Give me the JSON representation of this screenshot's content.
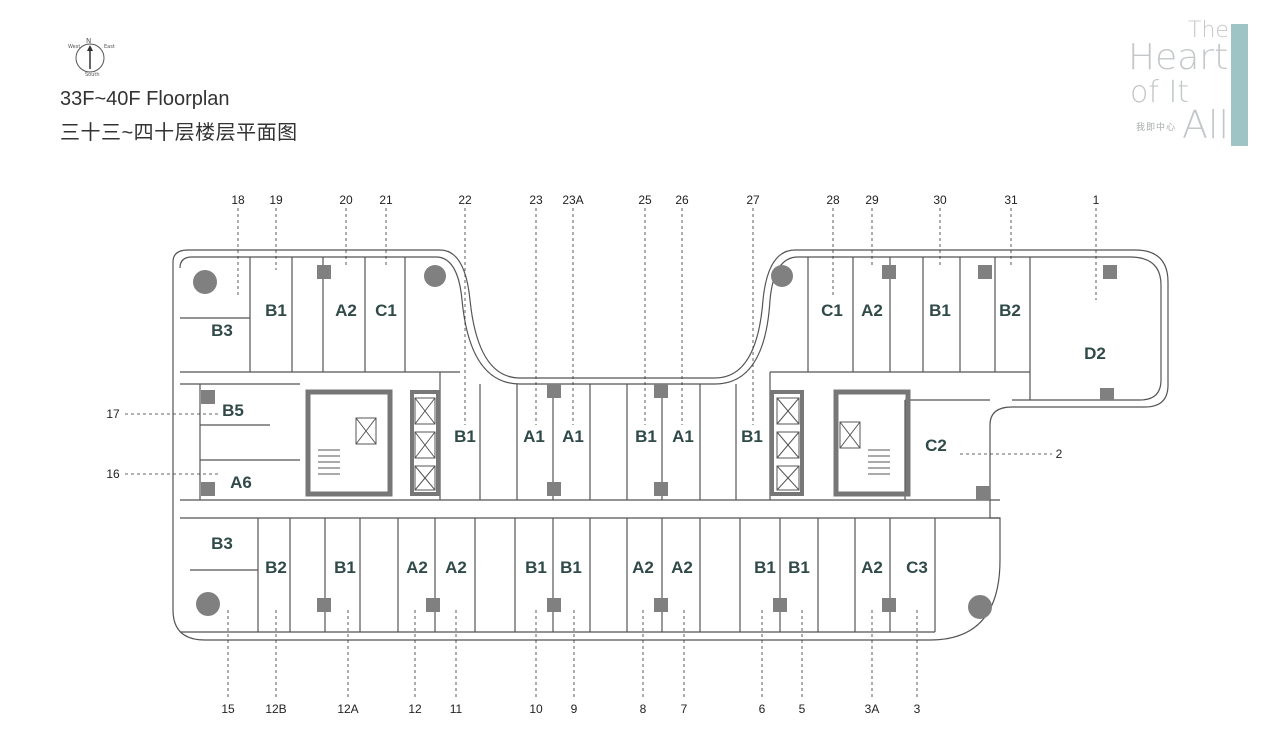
{
  "header": {
    "compass": {
      "north": "N",
      "west": "West",
      "east": "East",
      "south": "South"
    },
    "title_en": "33F~40F Floorplan",
    "title_cn": "三十三~四十层楼层平面图"
  },
  "brand": {
    "words": [
      "The",
      "Heart",
      "of It",
      "All"
    ],
    "tagline_cn": "我即中心",
    "accent_color": "#9fc4c6"
  },
  "plan": {
    "top_numbers": [
      "18",
      "19",
      "20",
      "21",
      "22",
      "23",
      "23A",
      "25",
      "26",
      "27",
      "28",
      "29",
      "30",
      "31",
      "1"
    ],
    "bottom_numbers": [
      "15",
      "12B",
      "12A",
      "12",
      "11",
      "10",
      "9",
      "8",
      "7",
      "6",
      "5",
      "3A",
      "3"
    ],
    "side_numbers": [
      "17",
      "16",
      "2"
    ],
    "units": {
      "u18": "B3",
      "u19": "B1",
      "u20": "A2",
      "u21": "C1",
      "u22": "B1",
      "u23": "A1",
      "u23a": "A1",
      "u25": "B1",
      "u26": "A1",
      "u27": "B1",
      "u28": "C1",
      "u29": "A2",
      "u30": "B1",
      "u31": "B2",
      "u1": "D2",
      "u17": "B5",
      "u16": "A6",
      "u2": "C2",
      "u15": "B3",
      "u12b": "B2",
      "u12a": "B1",
      "u12": "A2",
      "u11": "A2",
      "u10": "B1",
      "u9": "B1",
      "u8": "A2",
      "u7": "A2",
      "u6": "B1",
      "u5": "B1",
      "u3a": "A2",
      "u3": "C3"
    },
    "wall_color": "#555555",
    "column_color": "#808080",
    "label_color": "#2f4a48"
  }
}
